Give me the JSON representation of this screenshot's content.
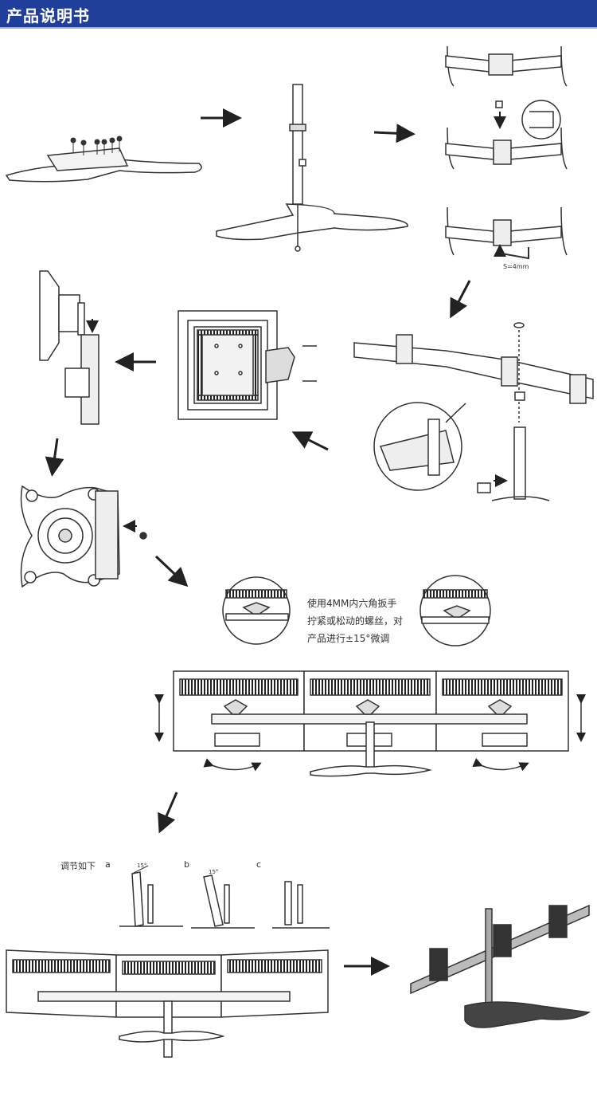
{
  "header": {
    "title": "产品说明书",
    "bg_color": "#1f3f9a"
  },
  "annotations": {
    "hex_key_size": "S=4mm",
    "tilt_note_line1": "使用4MM内六角扳手",
    "tilt_note_line2": "拧紧或松动的螺丝，对",
    "tilt_note_line3": "产品进行±15°微调",
    "adjust_label": "调节如下",
    "option_a": "a",
    "option_b": "b",
    "option_c": "c",
    "angle_a": "15°",
    "angle_b": "15°"
  },
  "icons": [
    "step-arrow-icon",
    "screw-icon",
    "hex-key-icon",
    "vertical-adjust-icon",
    "swivel-arrow-icon"
  ]
}
